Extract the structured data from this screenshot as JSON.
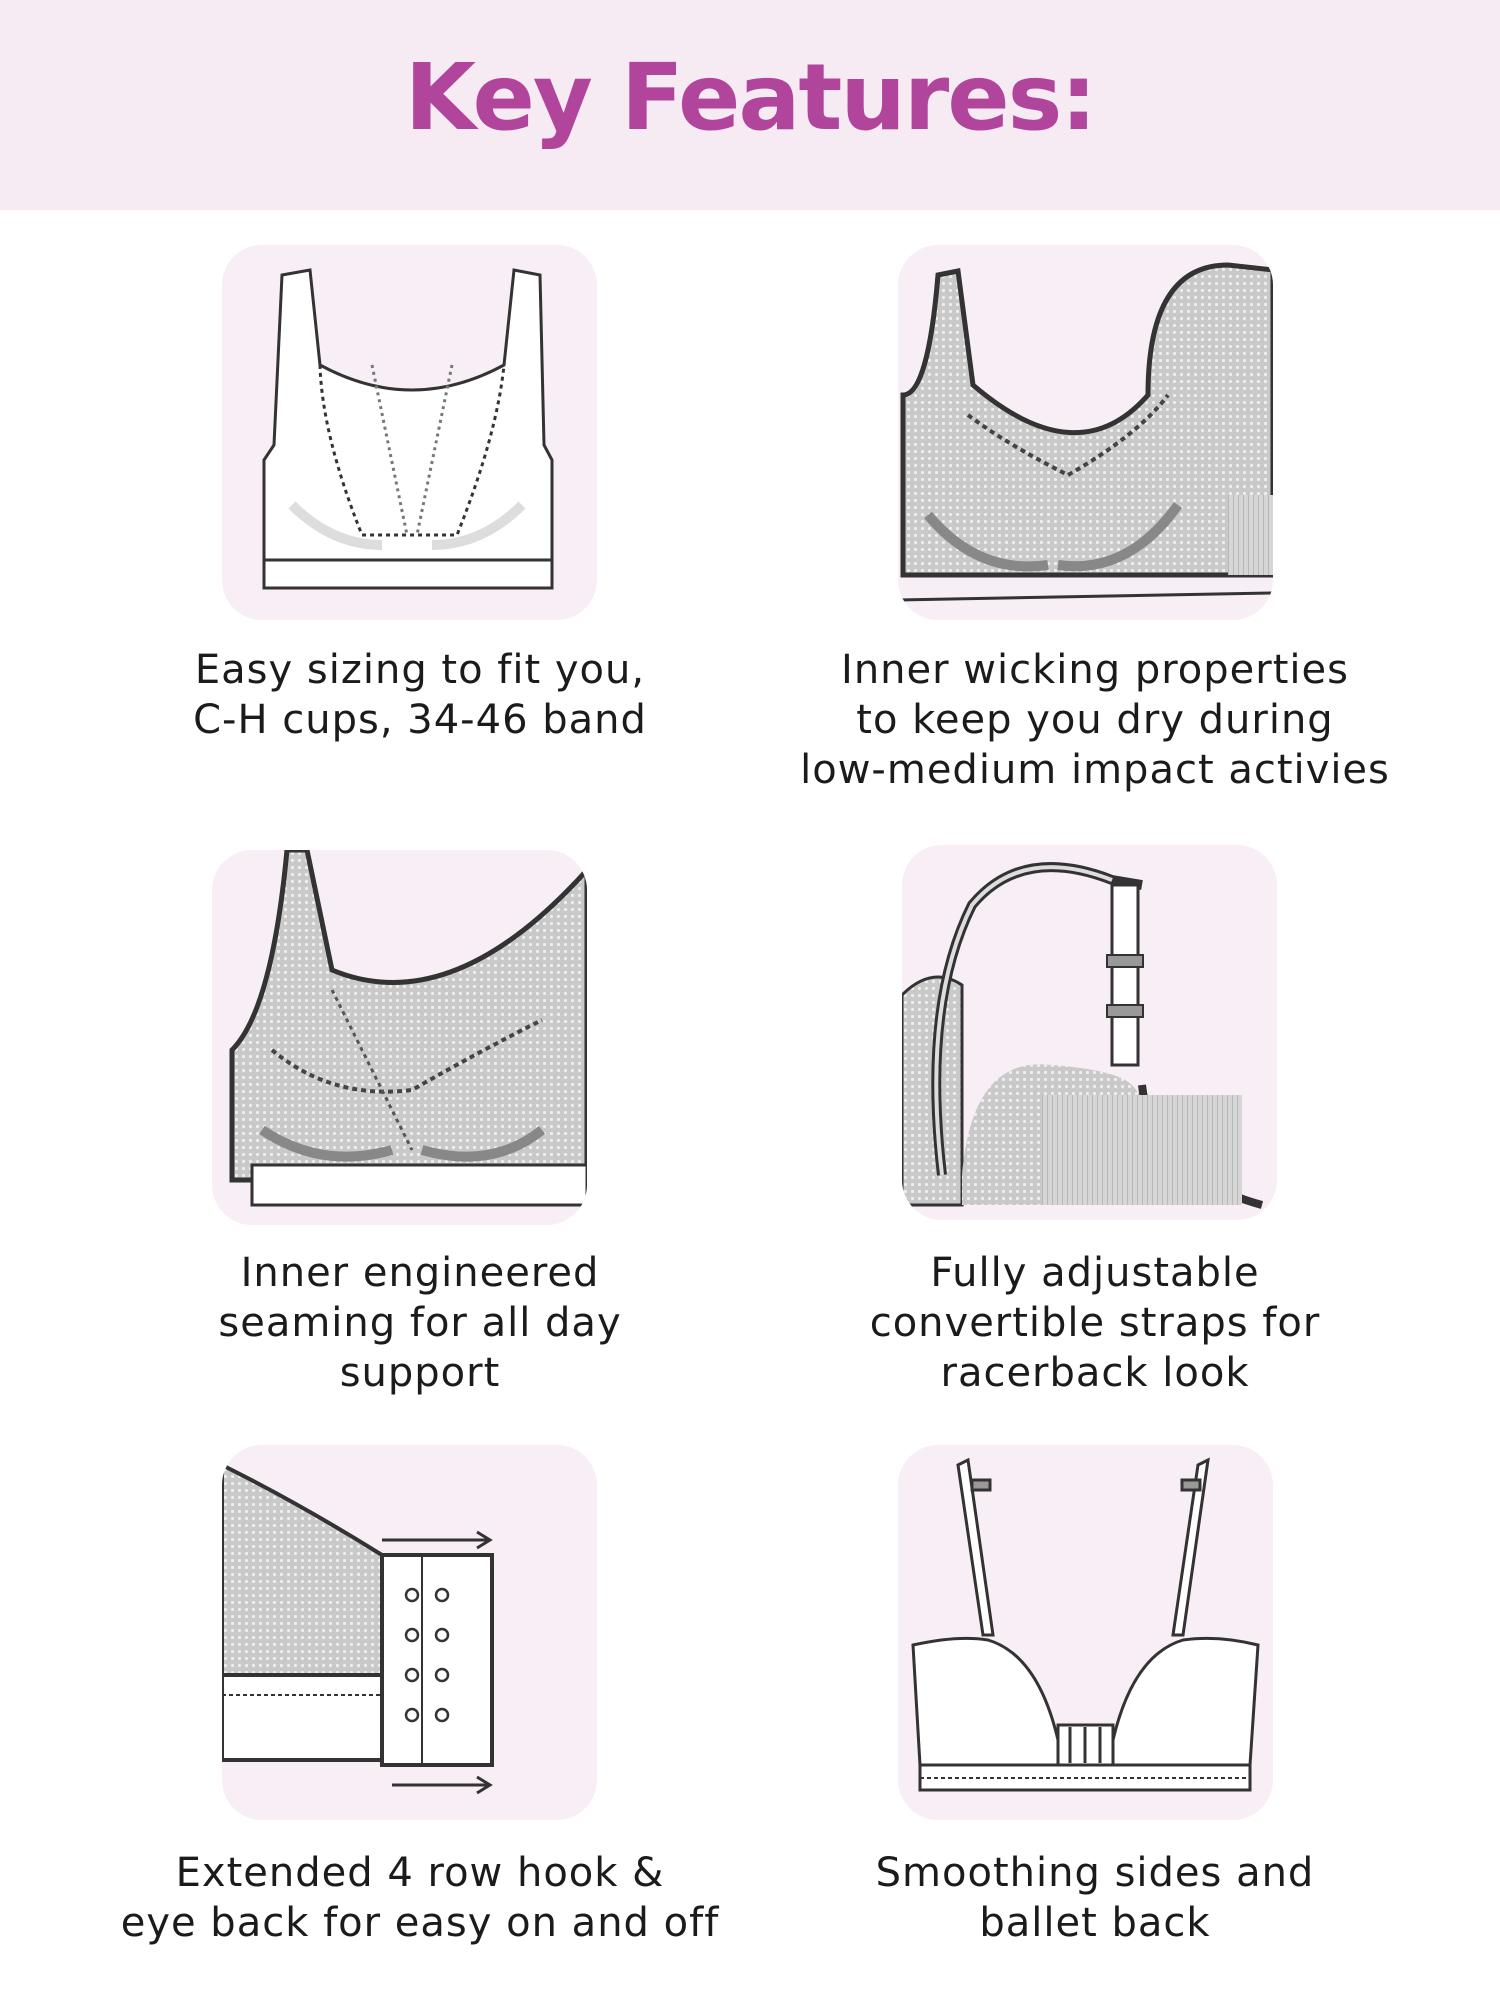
{
  "header": {
    "title": "Key Features:"
  },
  "features": [
    {
      "icon": "bra-front-icon",
      "lines": [
        "Easy sizing to fit you,",
        "C-H cups, 34-46 band"
      ]
    },
    {
      "icon": "bra-wicking-icon",
      "lines": [
        "Inner wicking properties",
        "to keep you dry during",
        "low-medium impact activies"
      ]
    },
    {
      "icon": "bra-seaming-icon",
      "lines": [
        "Inner engineered",
        "seaming for all day",
        "support"
      ]
    },
    {
      "icon": "adjustable-strap-icon",
      "lines": [
        "Fully adjustable",
        "convertible straps for",
        "racerback look"
      ]
    },
    {
      "icon": "hook-and-eye-icon",
      "lines": [
        "Extended 4 row hook &",
        "eye back for easy on and off"
      ]
    },
    {
      "icon": "ballet-back-icon",
      "lines": [
        "Smoothing sides and",
        "ballet back"
      ]
    }
  ],
  "colors": {
    "accent": "#b0459b",
    "header_bg": "#f6eaf3",
    "tile_bg": "#f8eef5",
    "text": "#1b1b1b"
  }
}
